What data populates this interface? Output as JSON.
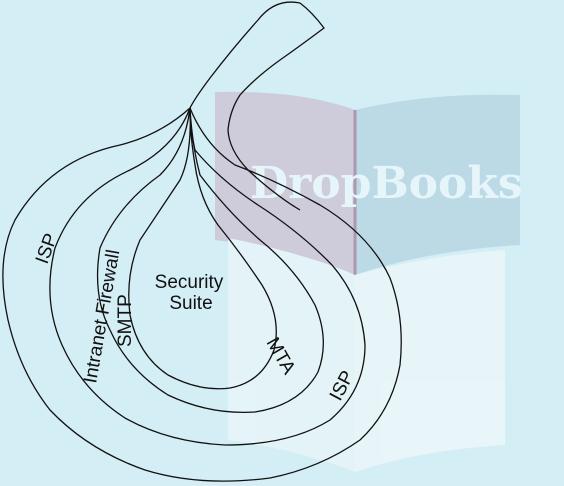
{
  "diagram": {
    "watermark": "DropBooks",
    "center_label_line1": "Security",
    "center_label_line2": "Suite",
    "labels": {
      "smtp": "SMTP",
      "mta": "MTA",
      "intranet_firewall": "Intranet Firewall",
      "isp_outer_left": "ISP",
      "isp_outer_right": "ISP"
    }
  }
}
